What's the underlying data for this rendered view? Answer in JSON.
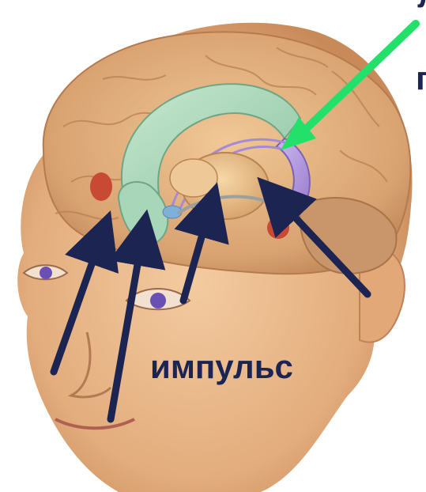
{
  "labels": {
    "impulse": "импульс",
    "corner_top": "л",
    "corner_second": "п"
  },
  "colors": {
    "arrow_dark": "#1c2452",
    "arrow_green": "#22e06a",
    "skin": "#e9b98a",
    "brain": "#e0b07c",
    "limbic_green": "#9fd0b0",
    "limbic_purple": "#b39ad8",
    "red_structure": "#c84a35"
  }
}
